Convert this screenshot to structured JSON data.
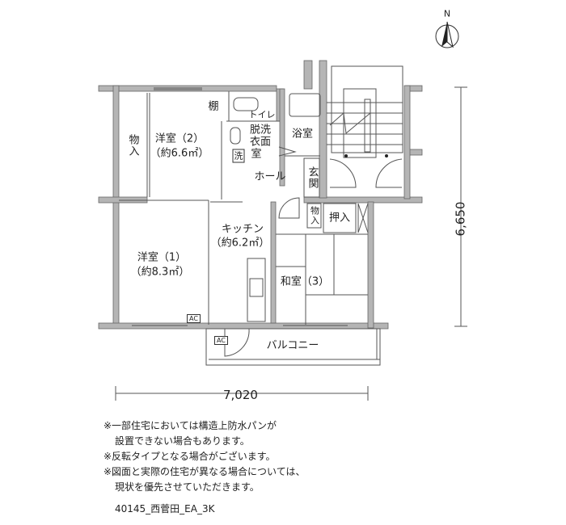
{
  "compass": {
    "label": "N"
  },
  "rooms": {
    "storage_left": "物入",
    "western2_name": "洋室（2）",
    "western2_area": "（約6.6㎡）",
    "shelf": "棚",
    "toilet": "トイレ",
    "washroom_line1": "脱洗",
    "washroom_line2": "衣面",
    "washroom_line3": "室",
    "washer": "洗",
    "bath": "浴室",
    "hall": "ホール",
    "entrance": "玄関",
    "storage_small": "物入",
    "closet": "押入",
    "kitchen_name": "キッチン",
    "kitchen_area": "（約6.2㎡）",
    "western1_name": "洋室（1）",
    "western1_area": "（約8.3㎡）",
    "japanese3": "和室（3）",
    "ac1": "AC",
    "ac2": "AC",
    "balcony": "バルコニー"
  },
  "dimensions": {
    "height": "6,650",
    "width": "7,020"
  },
  "notes": [
    "※一部住宅においては構造上防水パンが",
    "設置できない場合もあります。",
    "※反転タイプとなる場合がございます。",
    "※図面と実際の住宅が異なる場合については、",
    "現状を優先させていただきます。"
  ],
  "plan_code": "40145_西菅田_EA_3K"
}
